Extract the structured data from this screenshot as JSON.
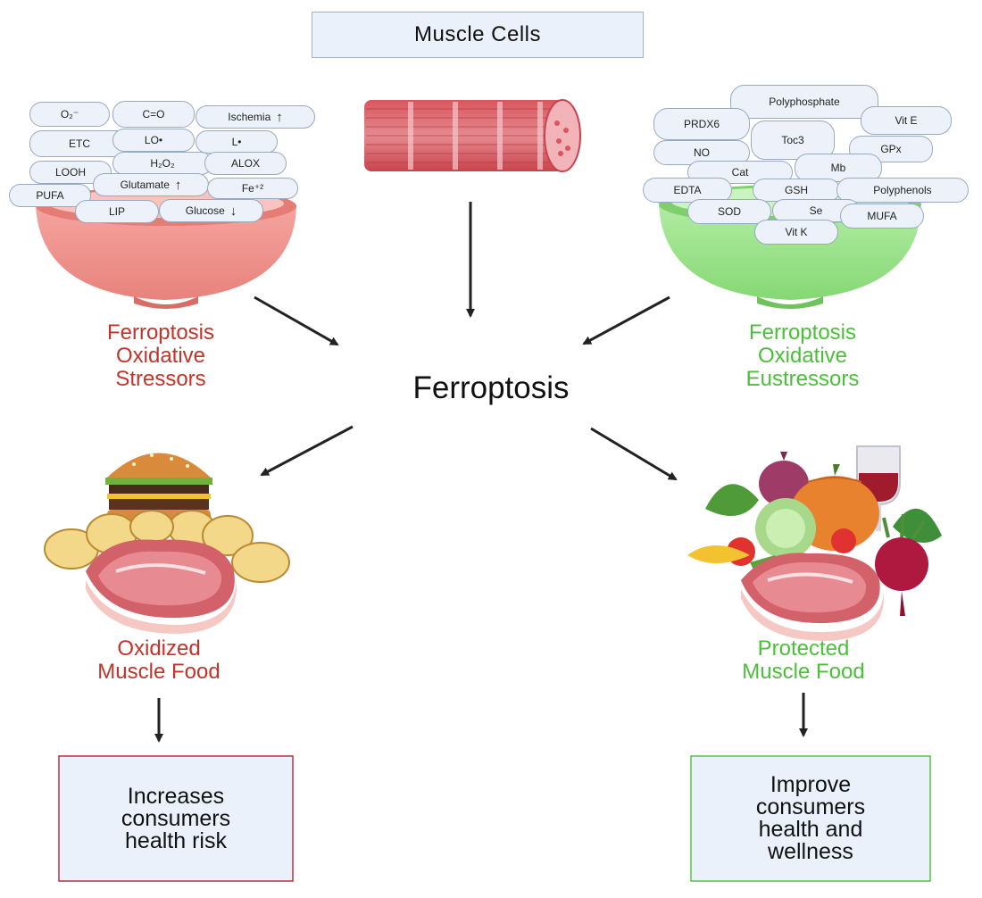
{
  "header": {
    "title": "Muscle Cells"
  },
  "center": {
    "title": "Ferroptosis"
  },
  "stressors": {
    "title_line1": "Ferroptosis",
    "title_line2": "Oxidative",
    "title_line3": "Stressors",
    "pills": [
      "O₂⁻",
      "C=O",
      "Ischemia",
      "ETC",
      "LO•",
      "L•",
      "LOOH",
      "H₂O₂",
      "ALOX",
      "PUFA",
      "Glutamate",
      "Fe⁺²",
      "LIP",
      "Glucose"
    ]
  },
  "eustressors": {
    "title_line1": "Ferroptosis",
    "title_line2": "Oxidative",
    "title_line3": "Eustressors",
    "pills": [
      "Polyphosphate",
      "PRDX6",
      "Vit E",
      "Toc3",
      "NO",
      "GPx",
      "Cat",
      "Mb",
      "EDTA",
      "GSH",
      "Polyphenols",
      "SOD",
      "Se",
      "MUFA",
      "Vit K"
    ]
  },
  "left_outcome": {
    "label_line1": "Oxidized",
    "label_line2": "Muscle Food",
    "box_line1": "Increases",
    "box_line2": "consumers",
    "box_line3": "health risk"
  },
  "right_outcome": {
    "label_line1": "Protected",
    "label_line2": "Muscle Food",
    "box_line1": "Improve",
    "box_line2": "consumers",
    "box_line3": "health and",
    "box_line4": "wellness"
  },
  "colors": {
    "stressor_red": "#c0352b",
    "eustressor_green": "#4cbf3a",
    "box_fill": "#eaf1fa",
    "red_bowl": "#f0918b",
    "green_bowl": "#9ae08a"
  },
  "icons": [
    "muscle-fiber-icon",
    "red-bowl-icon",
    "green-bowl-icon",
    "junk-food-icon",
    "healthy-food-icon"
  ]
}
